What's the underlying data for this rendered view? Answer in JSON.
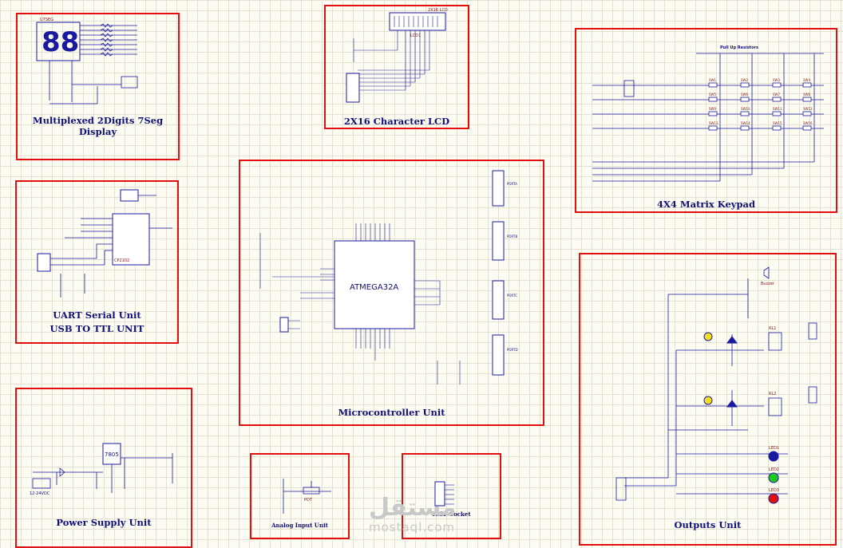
{
  "blocks": {
    "seg": {
      "title": "Multiplexed 2Digits 7Seg Display",
      "part": "U7SEG",
      "digits": "88"
    },
    "lcd": {
      "title": "2X16 Character LCD",
      "part": "2X16 LCD",
      "pins": "LCD1"
    },
    "keypad": {
      "title": "4X4 Matrix Keypad",
      "header": "Pull Up Resistors",
      "buttons": [
        "SW1",
        "SW2",
        "SW3",
        "SW4",
        "SW5",
        "SW6",
        "SW7",
        "SW8",
        "SW9",
        "SW10",
        "SW11",
        "SW12",
        "SW13",
        "SW14",
        "SW15",
        "SW16"
      ]
    },
    "uart": {
      "title_line1": "UART Serial Unit",
      "title_line2": "USB TO TTL UNIT",
      "ic": "CP2102"
    },
    "mcu": {
      "title": "Microcontroller Unit",
      "chip": "ATMEGA32A",
      "ports": [
        "PORTA",
        "PORTB",
        "PORTC",
        "PORTD"
      ]
    },
    "power": {
      "title": "Power Supply Unit",
      "regulator": "7805",
      "input": "12-24VDC"
    },
    "analog": {
      "title": "Analog Input Unit",
      "part": "POT"
    },
    "icsp": {
      "title": "ICSP Socket"
    },
    "outputs": {
      "title": "Outputs Unit",
      "buzzer": "Buzzer",
      "relays": [
        "RL1",
        "RL2"
      ],
      "leds": [
        "LED1",
        "LED2",
        "LED3"
      ]
    }
  },
  "watermark": {
    "arabic": "مستقل",
    "latin": "mostaql.com"
  },
  "colors": {
    "frame": "#e01010",
    "title": "#10107a",
    "wire": "#1a1aa0",
    "label": "#8b1010"
  }
}
